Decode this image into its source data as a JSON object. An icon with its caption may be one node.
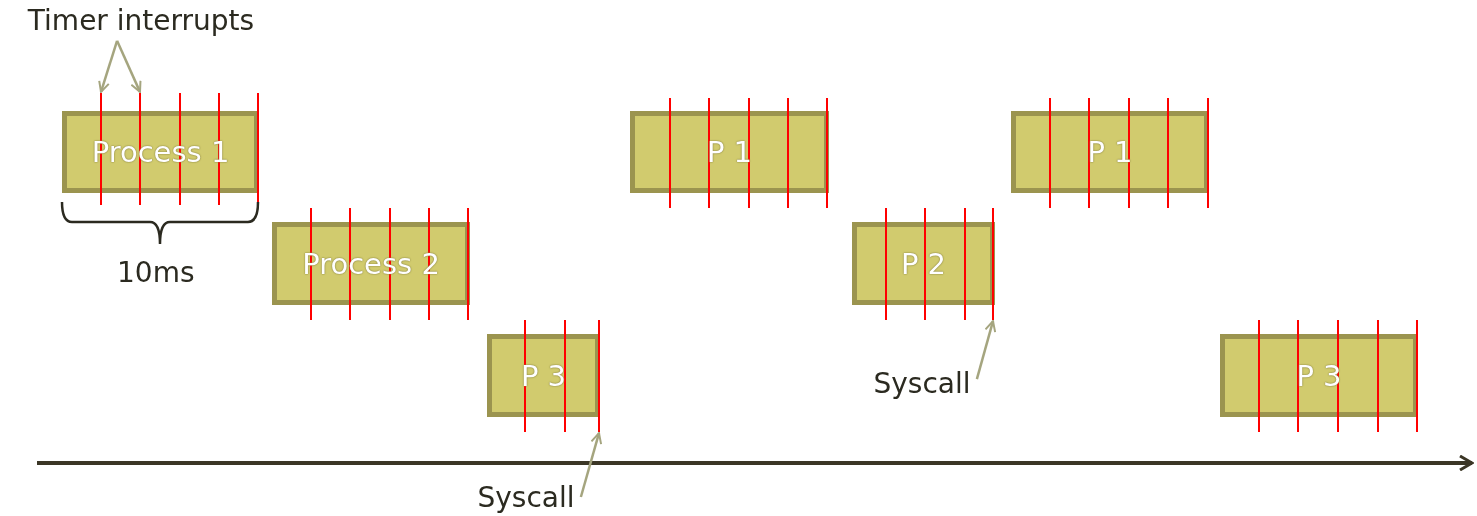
{
  "diagram": {
    "nodes": [
      {
        "text": [
          "Timer interrupts"
        ]
      },
      {
        "text": [
          "Process 1"
        ]
      },
      {
        "text": [
          "Process 2"
        ]
      },
      {
        "text": [
          "P 3"
        ]
      },
      {
        "text": [
          "P 1"
        ]
      },
      {
        "text": [
          "P 2"
        ]
      },
      {
        "text": [
          "P 1"
        ]
      },
      {
        "text": [
          "P 3"
        ]
      },
      {
        "text": [
          "Syscall"
        ]
      },
      {
        "text": [
          "Syscall"
        ]
      },
      {
        "text": [],
        "shape": "bar"
      },
      {
        "text": [],
        "shape": "bar"
      },
      {
        "text": [],
        "shape": "bar"
      },
      {
        "text": [],
        "shape": "bar"
      }
    ],
    "edges": [
      {
        "from": 0,
        "to": 10,
        "arrow": "to"
      },
      {
        "from": 0,
        "to": 11,
        "arrow": "to"
      },
      {
        "from": 8,
        "to": 12,
        "arrow": "to"
      },
      {
        "from": 9,
        "to": 13,
        "arrow": "to"
      }
    ],
    "labels": [
      "10ms"
    ]
  }
}
